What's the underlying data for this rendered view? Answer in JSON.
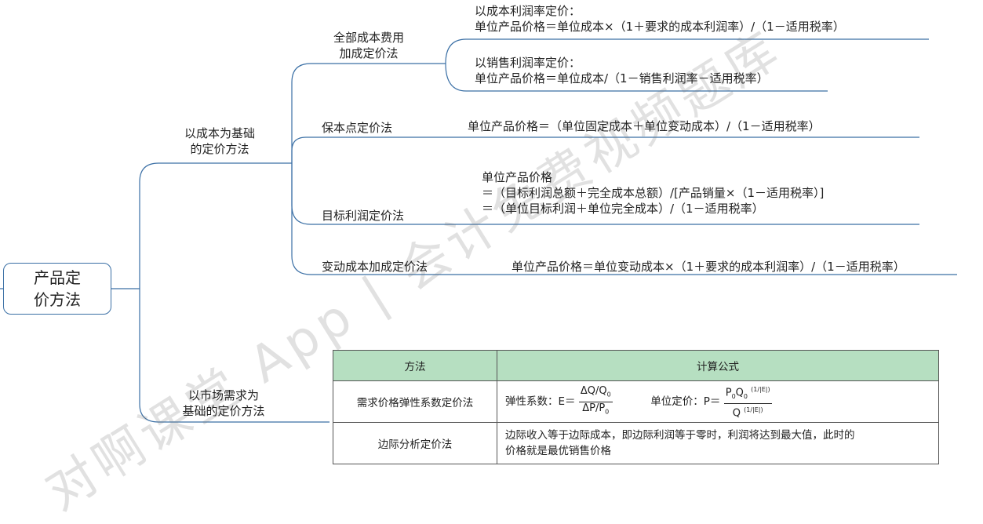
{
  "root": {
    "line1": "产品定",
    "line2": "价方法"
  },
  "cost_based": {
    "line1": "以成本为基础",
    "line2": "的定价方法"
  },
  "demand_based": {
    "line1": "以市场需求为",
    "line2": "基础的定价方法"
  },
  "full_cost": {
    "line1": "全部成本费用",
    "line2": "加成定价法"
  },
  "full_cost_margin": {
    "title": "以成本利润率定价：",
    "formula": "单位产品价格＝单位成本×（1＋要求的成本利润率）/（1－适用税率）"
  },
  "full_cost_sales": {
    "title": "以销售利润率定价：",
    "formula": "单位产品价格＝单位成本/（1－销售利润率－适用税率）"
  },
  "breakeven": {
    "label": "保本点定价法",
    "formula": "单位产品价格＝（单位固定成本＋单位变动成本）/（1－适用税率）"
  },
  "target_profit": {
    "label": "目标利润定价法",
    "line1": "单位产品价格",
    "line2": "＝（目标利润总额＋完全成本总额）/[产品销量×（1－适用税率）]",
    "line3": "＝（单位目标利润＋单位完全成本）/（1－适用税率）"
  },
  "variable_cost": {
    "label": "变动成本加成定价法",
    "formula": "单位产品价格＝单位变动成本×（1＋要求的成本利润率）/（1－适用税率）"
  },
  "table": {
    "header_method": "方法",
    "header_formula": "计算公式",
    "row1_method": "需求价格弹性系数定价法",
    "row1_elastic_label": "弹性系数：E＝",
    "row1_elastic_num": "ΔQ/Q",
    "row1_elastic_den": "ΔP/P",
    "row1_price_label": "单位定价：P＝",
    "row1_price_num": "P",
    "row1_price_num2": "Q",
    "row1_price_exp": "(1/|E|)",
    "row1_price_den": "Q",
    "sub_zero": "0",
    "row2_method": "边际分析定价法",
    "row2_line1": "边际收入等于边际成本，即边际利润等于零时，利润将达到最大值，此时的",
    "row2_line2": "价格就是最优销售价格"
  },
  "watermark": "对啊课堂 App | 会计免费视频题库"
}
